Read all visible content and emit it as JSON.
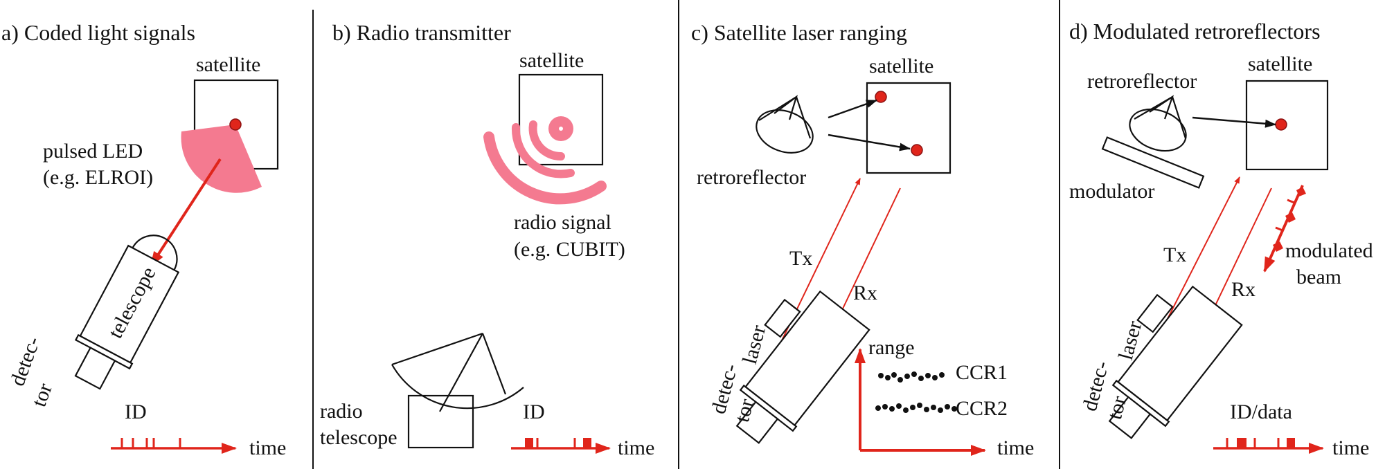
{
  "colors": {
    "accent_red": "#e0251b",
    "signal_pink": "#f47a90",
    "line": "#111111"
  },
  "panels": [
    {
      "title": "a) Coded light signals",
      "labels": {
        "satellite": "satellite",
        "source_line1": "pulsed LED",
        "source_line2": "(e.g. ELROI)",
        "telescope": "telescope",
        "detector_line1": "detec-",
        "detector_line2": "tor",
        "signal": "ID",
        "time": "time"
      }
    },
    {
      "title": "b) Radio transmitter",
      "labels": {
        "satellite": "satellite",
        "signal_line1": "radio signal",
        "signal_line2": "(e.g. CUBIT)",
        "receiver_line1": "radio",
        "receiver_line2": "telescope",
        "signal": "ID",
        "time": "time"
      }
    },
    {
      "title": "c) Satellite laser ranging",
      "labels": {
        "satellite": "satellite",
        "retroreflector": "retroreflector",
        "tx": "Tx",
        "rx": "Rx",
        "laser": "laser",
        "detector_line1": "detec-",
        "detector_line2": "tor",
        "range": "range",
        "ccr1": "CCR1",
        "ccr2": "CCR2",
        "time": "time"
      }
    },
    {
      "title": "d) Modulated retroreflectors",
      "labels": {
        "satellite": "satellite",
        "retroreflector": "retroreflector",
        "modulator": "modulator",
        "tx": "Tx",
        "rx": "Rx",
        "beam_line1": "modulated",
        "beam_line2": "beam",
        "laser": "laser",
        "detector_line1": "detec-",
        "detector_line2": "tor",
        "signal": "ID/data",
        "time": "time"
      }
    }
  ]
}
